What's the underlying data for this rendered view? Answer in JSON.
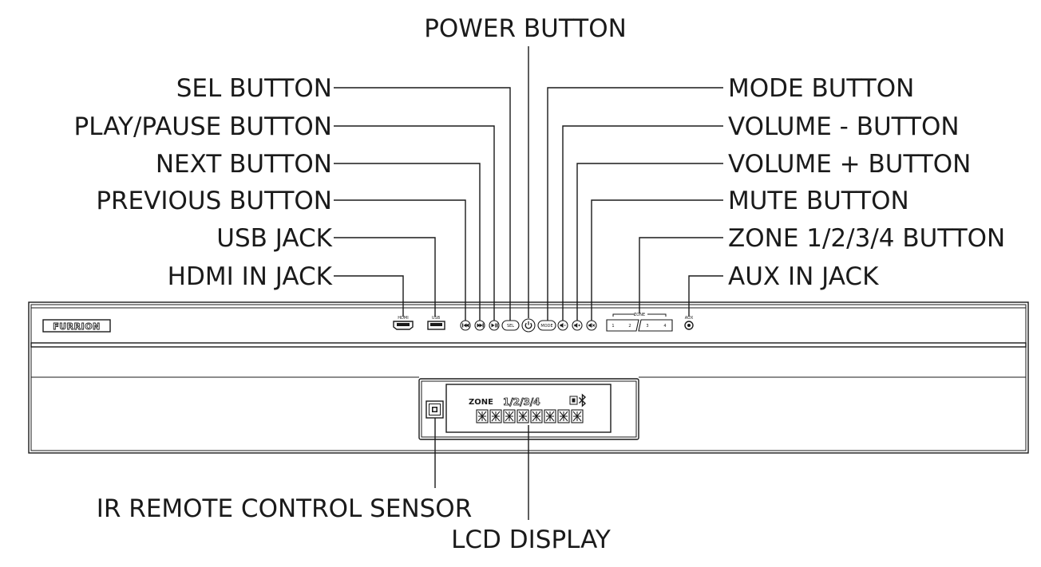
{
  "labels": {
    "power": "POWER BUTTON",
    "sel": "SEL BUTTON",
    "play_pause": "PLAY/PAUSE BUTTON",
    "next": "NEXT BUTTON",
    "previous": "PREVIOUS BUTTON",
    "usb": "USB JACK",
    "hdmi": "HDMI IN JACK",
    "mode": "MODE BUTTON",
    "volume_minus": "VOLUME - BUTTON",
    "volume_plus": "VOLUME + BUTTON",
    "mute": "MUTE BUTTON",
    "zone": "ZONE 1/2/3/4 BUTTON",
    "aux": "AUX IN JACK",
    "ir_sensor": "IR REMOTE CONTROL SENSOR",
    "lcd": "LCD DISPLAY"
  },
  "device": {
    "brand": "FURRION",
    "port_hdmi": "HDMI",
    "port_usb": "USB",
    "port_aux": "AUX",
    "zone_header": "ZONE",
    "zone_keys": [
      "1",
      "2",
      "3",
      "4"
    ],
    "sel_key": "SEL",
    "mode_key": "MODE",
    "lcd_zone_text": "ZONE",
    "lcd_zone_numbers": "1/2/3/4"
  }
}
